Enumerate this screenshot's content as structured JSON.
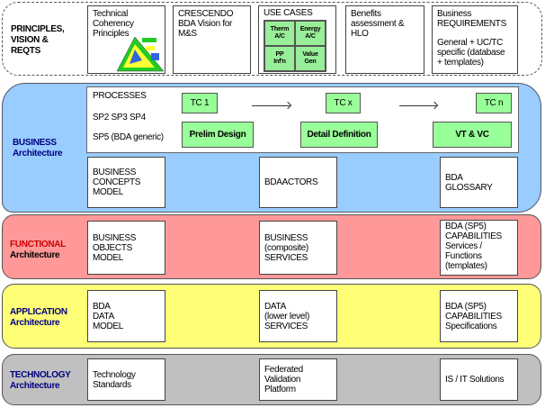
{
  "principles": {
    "label": [
      "PRINCIPLES,",
      "VISION &",
      "REQTS"
    ],
    "boxes": {
      "technical": [
        "Technical",
        "Coherency",
        "Principles"
      ],
      "crescendo": [
        "CRESCENDO",
        "BDA Vision for",
        "M&S"
      ],
      "use_cases": {
        "title": "USE CASES",
        "cells": [
          [
            "Therm",
            "A/C"
          ],
          [
            "Energy",
            "A/C"
          ],
          [
            "PP",
            "Inf'n"
          ],
          [
            "Value",
            "Gen"
          ]
        ]
      },
      "benefits": [
        "Benefits",
        "assessment &",
        "HLO"
      ],
      "requirements": {
        "top": [
          "Business",
          "REQUIREMENTS"
        ],
        "bottom": [
          "General + UC/TC",
          "specific (database",
          "+ templates)"
        ]
      }
    }
  },
  "business": {
    "label": [
      "BUSINESS",
      "Architecture"
    ],
    "processes": [
      "PROCESSES",
      "SP2 SP3 SP4",
      "SP5 (BDA generic)"
    ],
    "test_cases": [
      "TC 1",
      "TC x",
      "TC n"
    ],
    "phases": [
      "Prelim Design",
      "Detail Definition",
      "VT & VC"
    ],
    "boxes": [
      [
        "BUSINESS",
        "CONCEPTS",
        "MODEL"
      ],
      [
        "BDAACTORS"
      ],
      [
        "BDA",
        "GLOSSARY"
      ]
    ]
  },
  "functional": {
    "label": [
      "FUNCTIONAL",
      "Architecture"
    ],
    "boxes": [
      [
        "BUSINESS",
        "OBJECTS",
        "MODEL"
      ],
      [
        "BUSINESS",
        "(composite)",
        "SERVICES"
      ],
      [
        "BDA (SP5)",
        "CAPABILITIES",
        "Services /",
        "Functions",
        "(templates)"
      ]
    ]
  },
  "application": {
    "label": [
      "APPLICATION",
      "Architecture"
    ],
    "boxes": [
      [
        "BDA",
        "DATA",
        "MODEL"
      ],
      [
        "DATA",
        "(lower level)",
        "SERVICES"
      ],
      [
        "BDA (SP5)",
        "CAPABILITIES",
        "Specifications"
      ]
    ]
  },
  "technology": {
    "label": [
      "TECHNOLOGY",
      "Architecture"
    ],
    "boxes": [
      [
        "Technology",
        "Standards"
      ],
      [
        "Federated",
        "Validation",
        "Platform"
      ],
      [
        "IS / IT Solutions"
      ]
    ]
  },
  "colors": {
    "business": "#99ccff",
    "functional": "#ff9999",
    "application": "#ffff77",
    "technology": "#c0c0c0",
    "process_green": "#99ff99"
  }
}
